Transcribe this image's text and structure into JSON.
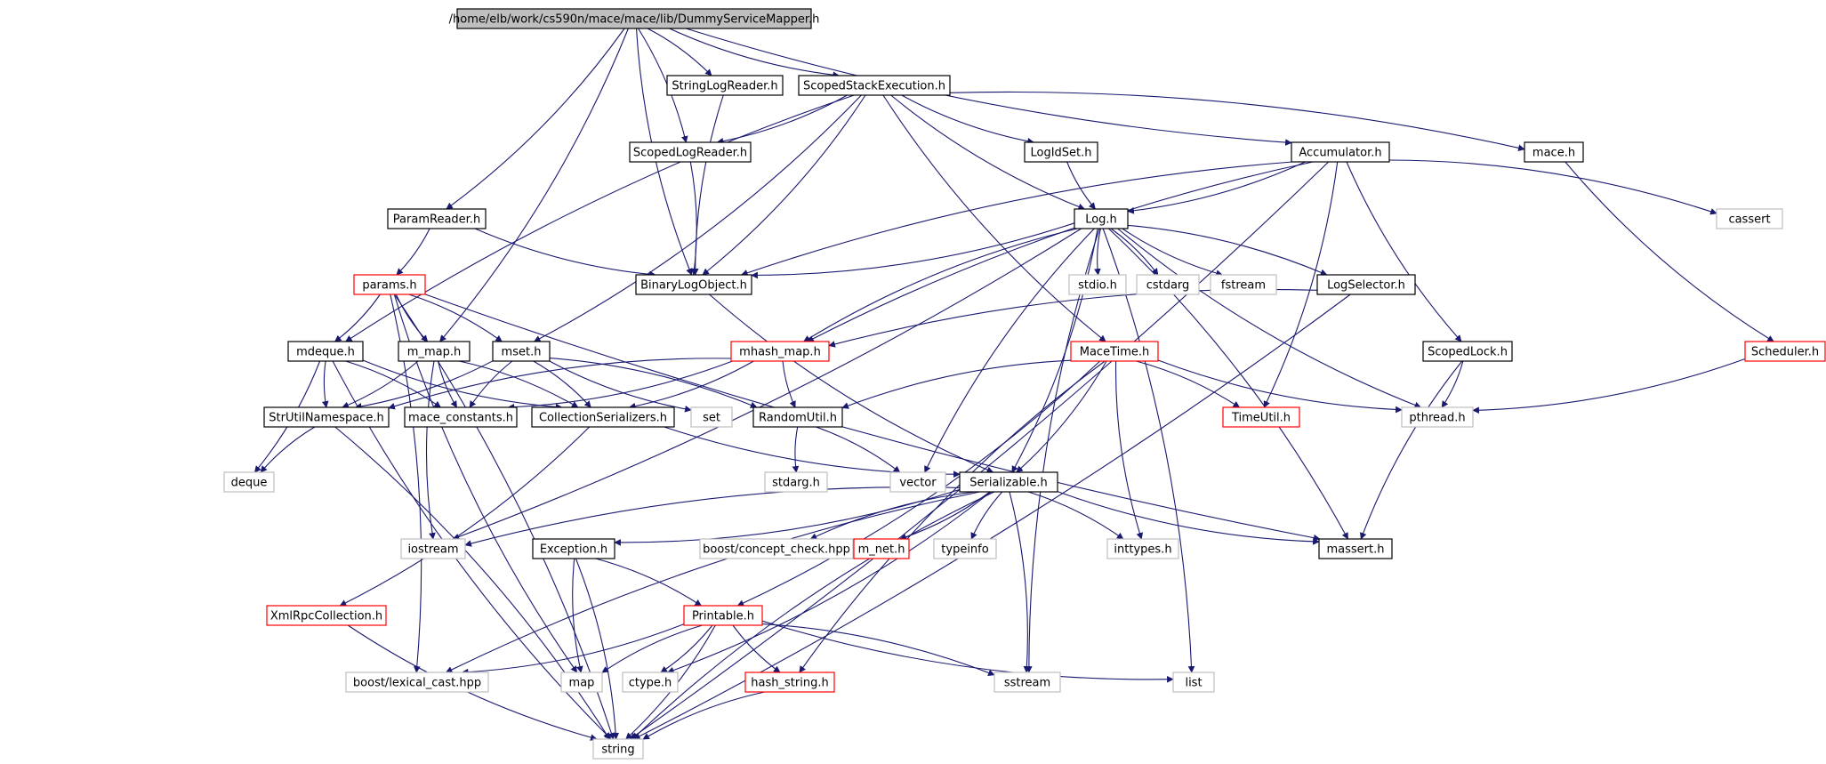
{
  "graph": {
    "edge_color": "#191970",
    "nodes": [
      {
        "id": "root",
        "label": "/home/elb/work/cs590n/mace/mace/lib/DummyServiceMapper.h",
        "style": "root",
        "fill": "#bfbfbf",
        "stroke": "#000000"
      },
      {
        "id": "StringLogReader",
        "label": "StringLogReader.h",
        "style": "normal"
      },
      {
        "id": "ScopedStackExecution",
        "label": "ScopedStackExecution.h",
        "style": "normal"
      },
      {
        "id": "ScopedLogReader",
        "label": "ScopedLogReader.h",
        "style": "normal"
      },
      {
        "id": "LogIdSet",
        "label": "LogIdSet.h",
        "style": "normal"
      },
      {
        "id": "Accumulator",
        "label": "Accumulator.h",
        "style": "normal"
      },
      {
        "id": "mace",
        "label": "mace.h",
        "style": "normal"
      },
      {
        "id": "ParamReader",
        "label": "ParamReader.h",
        "style": "normal"
      },
      {
        "id": "Log",
        "label": "Log.h",
        "style": "normal"
      },
      {
        "id": "cassert",
        "label": "cassert",
        "style": "system"
      },
      {
        "id": "BinaryLogObject",
        "label": "BinaryLogObject.h",
        "style": "normal"
      },
      {
        "id": "params",
        "label": "params.h",
        "style": "truncated"
      },
      {
        "id": "stdio",
        "label": "stdio.h",
        "style": "system"
      },
      {
        "id": "cstdarg",
        "label": "cstdarg",
        "style": "system"
      },
      {
        "id": "fstream",
        "label": "fstream",
        "style": "system"
      },
      {
        "id": "LogSelector",
        "label": "LogSelector.h",
        "style": "normal"
      },
      {
        "id": "mdeque",
        "label": "mdeque.h",
        "style": "normal"
      },
      {
        "id": "m_map",
        "label": "m_map.h",
        "style": "normal"
      },
      {
        "id": "mset",
        "label": "mset.h",
        "style": "normal"
      },
      {
        "id": "mhash_map",
        "label": "mhash_map.h",
        "style": "truncated"
      },
      {
        "id": "MaceTime",
        "label": "MaceTime.h",
        "style": "truncated"
      },
      {
        "id": "ScopedLock",
        "label": "ScopedLock.h",
        "style": "normal"
      },
      {
        "id": "Scheduler",
        "label": "Scheduler.h",
        "style": "truncated"
      },
      {
        "id": "StrUtilNamespace",
        "label": "StrUtilNamespace.h",
        "style": "normal"
      },
      {
        "id": "mace_constants",
        "label": "mace_constants.h",
        "style": "normal"
      },
      {
        "id": "CollectionSerializers",
        "label": "CollectionSerializers.h",
        "style": "normal"
      },
      {
        "id": "set",
        "label": "set",
        "style": "system"
      },
      {
        "id": "RandomUtil",
        "label": "RandomUtil.h",
        "style": "normal"
      },
      {
        "id": "TimeUtil",
        "label": "TimeUtil.h",
        "style": "truncated"
      },
      {
        "id": "pthread",
        "label": "pthread.h",
        "style": "system"
      },
      {
        "id": "deque",
        "label": "deque",
        "style": "system"
      },
      {
        "id": "stdarg",
        "label": "stdarg.h",
        "style": "system"
      },
      {
        "id": "vector",
        "label": "vector",
        "style": "system"
      },
      {
        "id": "Serializable",
        "label": "Serializable.h",
        "style": "normal"
      },
      {
        "id": "iostream",
        "label": "iostream",
        "style": "system"
      },
      {
        "id": "Exception",
        "label": "Exception.h",
        "style": "normal"
      },
      {
        "id": "concept_check",
        "label": "boost/concept_check.hpp",
        "style": "system"
      },
      {
        "id": "m_net",
        "label": "m_net.h",
        "style": "truncated"
      },
      {
        "id": "typeinfo",
        "label": "typeinfo",
        "style": "system"
      },
      {
        "id": "inttypes",
        "label": "inttypes.h",
        "style": "system"
      },
      {
        "id": "massert",
        "label": "massert.h",
        "style": "normal"
      },
      {
        "id": "XmlRpcCollection",
        "label": "XmlRpcCollection.h",
        "style": "truncated"
      },
      {
        "id": "Printable",
        "label": "Printable.h",
        "style": "truncated"
      },
      {
        "id": "lexical_cast",
        "label": "boost/lexical_cast.hpp",
        "style": "system"
      },
      {
        "id": "map",
        "label": "map",
        "style": "system"
      },
      {
        "id": "ctype",
        "label": "ctype.h",
        "style": "system"
      },
      {
        "id": "hash_string",
        "label": "hash_string.h",
        "style": "truncated"
      },
      {
        "id": "sstream",
        "label": "sstream",
        "style": "system"
      },
      {
        "id": "list",
        "label": "list",
        "style": "system"
      },
      {
        "id": "string",
        "label": "string",
        "style": "system"
      }
    ],
    "styles": {
      "normal": {
        "fill": "#ffffff",
        "stroke": "#000000",
        "text": "#000000"
      },
      "truncated": {
        "fill": "#ffffff",
        "stroke": "#ff0000",
        "text": "#000000"
      },
      "system": {
        "fill": "#ffffff",
        "stroke": "#bfbfbf",
        "text": "#000000"
      },
      "root": {
        "fill": "#bfbfbf",
        "stroke": "#000000",
        "text": "#000000"
      }
    },
    "edges": [
      [
        "root",
        "StringLogReader"
      ],
      [
        "root",
        "ScopedStackExecution"
      ],
      [
        "root",
        "ScopedLogReader"
      ],
      [
        "root",
        "Accumulator"
      ],
      [
        "root",
        "ParamReader"
      ],
      [
        "root",
        "BinaryLogObject"
      ],
      [
        "root",
        "m_map"
      ],
      [
        "StringLogReader",
        "BinaryLogObject"
      ],
      [
        "ScopedStackExecution",
        "ScopedLogReader"
      ],
      [
        "ScopedStackExecution",
        "LogIdSet"
      ],
      [
        "ScopedStackExecution",
        "mace"
      ],
      [
        "ScopedStackExecution",
        "Log"
      ],
      [
        "ScopedStackExecution",
        "BinaryLogObject"
      ],
      [
        "ScopedStackExecution",
        "mdeque"
      ],
      [
        "ScopedStackExecution",
        "mset"
      ],
      [
        "ScopedStackExecution",
        "MaceTime"
      ],
      [
        "ScopedLogReader",
        "BinaryLogObject"
      ],
      [
        "LogIdSet",
        "Log"
      ],
      [
        "Accumulator",
        "Log"
      ],
      [
        "Accumulator",
        "BinaryLogObject"
      ],
      [
        "Accumulator",
        "cassert"
      ],
      [
        "Accumulator",
        "mhash_map"
      ],
      [
        "Accumulator",
        "TimeUtil"
      ],
      [
        "Accumulator",
        "ScopedLock"
      ],
      [
        "Accumulator",
        "string"
      ],
      [
        "mace",
        "Scheduler"
      ],
      [
        "ParamReader",
        "params"
      ],
      [
        "ParamReader",
        "BinaryLogObject"
      ],
      [
        "Log",
        "BinaryLogObject"
      ],
      [
        "Log",
        "stdio"
      ],
      [
        "Log",
        "cstdarg"
      ],
      [
        "Log",
        "fstream"
      ],
      [
        "Log",
        "LogSelector"
      ],
      [
        "Log",
        "mhash_map"
      ],
      [
        "Log",
        "Serializable"
      ],
      [
        "Log",
        "vector"
      ],
      [
        "Log",
        "massert"
      ],
      [
        "Log",
        "pthread"
      ],
      [
        "Log",
        "list"
      ],
      [
        "Log",
        "sstream"
      ],
      [
        "Log",
        "iostream"
      ],
      [
        "LogSelector",
        "mhash_map"
      ],
      [
        "LogSelector",
        "string"
      ],
      [
        "BinaryLogObject",
        "Serializable"
      ],
      [
        "params",
        "mdeque"
      ],
      [
        "params",
        "m_map"
      ],
      [
        "params",
        "mset"
      ],
      [
        "params",
        "massert"
      ],
      [
        "params",
        "string"
      ],
      [
        "params",
        "map"
      ],
      [
        "params",
        "lexical_cast"
      ],
      [
        "mdeque",
        "StrUtilNamespace"
      ],
      [
        "mdeque",
        "mace_constants"
      ],
      [
        "mdeque",
        "CollectionSerializers"
      ],
      [
        "mdeque",
        "deque"
      ],
      [
        "mdeque",
        "string"
      ],
      [
        "m_map",
        "StrUtilNamespace"
      ],
      [
        "m_map",
        "mace_constants"
      ],
      [
        "m_map",
        "CollectionSerializers"
      ],
      [
        "m_map",
        "iostream"
      ],
      [
        "mset",
        "StrUtilNamespace"
      ],
      [
        "mset",
        "mace_constants"
      ],
      [
        "mset",
        "CollectionSerializers"
      ],
      [
        "mset",
        "set"
      ],
      [
        "mset",
        "RandomUtil"
      ],
      [
        "mhash_map",
        "StrUtilNamespace"
      ],
      [
        "mhash_map",
        "CollectionSerializers"
      ],
      [
        "mhash_map",
        "RandomUtil"
      ],
      [
        "mhash_map",
        "mace_constants"
      ],
      [
        "MaceTime",
        "RandomUtil"
      ],
      [
        "MaceTime",
        "TimeUtil"
      ],
      [
        "MaceTime",
        "pthread"
      ],
      [
        "MaceTime",
        "Serializable"
      ],
      [
        "MaceTime",
        "inttypes"
      ],
      [
        "MaceTime",
        "Printable"
      ],
      [
        "MaceTime",
        "hash_string"
      ],
      [
        "ScopedLock",
        "pthread"
      ],
      [
        "ScopedLock",
        "massert"
      ],
      [
        "Scheduler",
        "pthread"
      ],
      [
        "StrUtilNamespace",
        "deque"
      ],
      [
        "StrUtilNamespace",
        "string"
      ],
      [
        "CollectionSerializers",
        "Serializable"
      ],
      [
        "CollectionSerializers",
        "XmlRpcCollection"
      ],
      [
        "RandomUtil",
        "stdarg"
      ],
      [
        "RandomUtil",
        "vector"
      ],
      [
        "Serializable",
        "iostream"
      ],
      [
        "Serializable",
        "Exception"
      ],
      [
        "Serializable",
        "concept_check"
      ],
      [
        "Serializable",
        "m_net"
      ],
      [
        "Serializable",
        "typeinfo"
      ],
      [
        "Serializable",
        "inttypes"
      ],
      [
        "Serializable",
        "massert"
      ],
      [
        "Serializable",
        "sstream"
      ],
      [
        "Serializable",
        "string"
      ],
      [
        "Serializable",
        "ctype"
      ],
      [
        "Serializable",
        "lexical_cast"
      ],
      [
        "Exception",
        "Printable"
      ],
      [
        "Exception",
        "map"
      ],
      [
        "Exception",
        "string"
      ],
      [
        "XmlRpcCollection",
        "string"
      ],
      [
        "Printable",
        "lexical_cast"
      ],
      [
        "Printable",
        "map"
      ],
      [
        "Printable",
        "ctype"
      ],
      [
        "Printable",
        "hash_string"
      ],
      [
        "Printable",
        "sstream"
      ],
      [
        "Printable",
        "list"
      ],
      [
        "Printable",
        "string"
      ],
      [
        "hash_string",
        "string"
      ]
    ]
  }
}
